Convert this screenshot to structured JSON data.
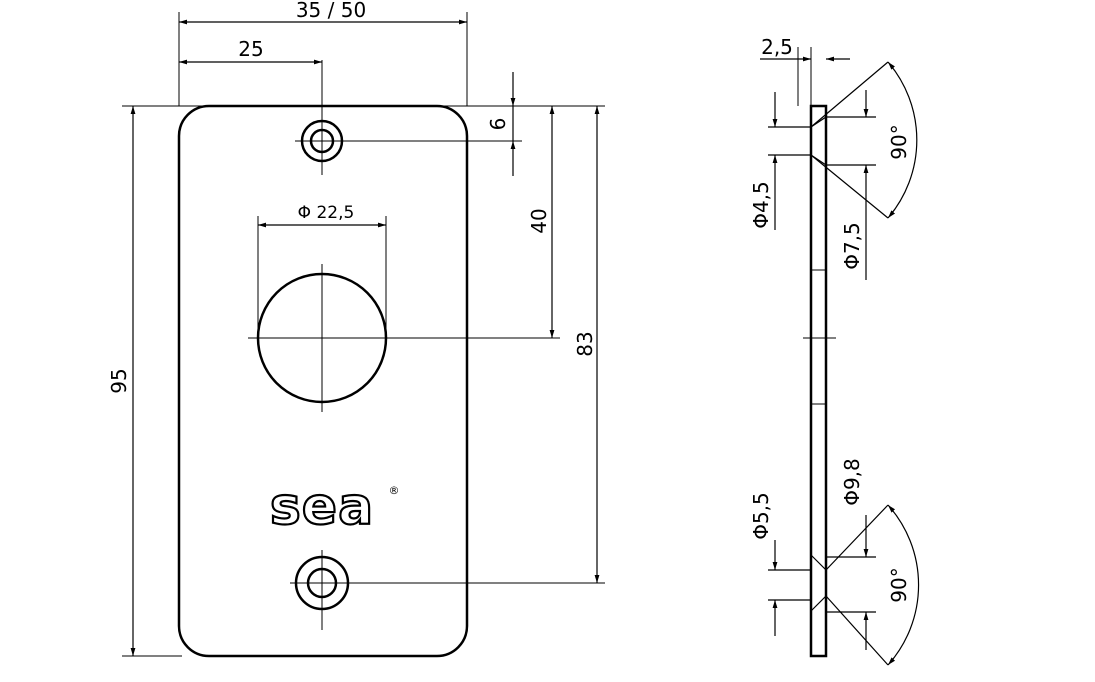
{
  "front_view": {
    "width_label": "35 / 50",
    "hole_offset_label": "25",
    "hole_top_label": "6",
    "center_hole_label": "Φ 22,5",
    "hole_to_center_label": "40",
    "hole_spacing_label": "83",
    "height_label": "95",
    "brand_logo": "sea",
    "brand_registered": "®"
  },
  "side_view": {
    "thickness_label": "2,5",
    "top_angle_label": "90°",
    "top_small_dia_label": "Φ4,5",
    "top_large_dia_label": "Φ7,5",
    "bottom_small_dia_label": "Φ5,5",
    "bottom_large_dia_label": "Φ9,8",
    "bottom_angle_label": "90°"
  }
}
